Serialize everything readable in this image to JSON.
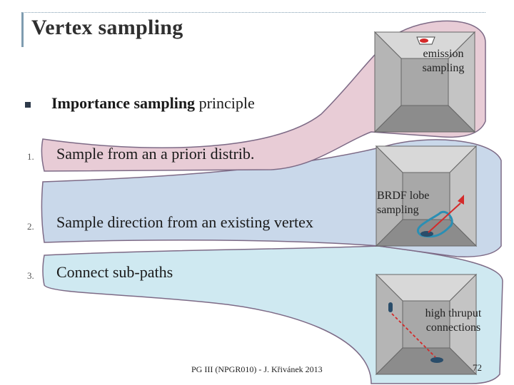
{
  "slide": {
    "title": "Vertex sampling",
    "bullet": {
      "bold": "Importance sampling",
      "rest": " principle"
    },
    "items": [
      {
        "number": "1.",
        "text": "Sample from an a priori distrib."
      },
      {
        "number": "2.",
        "text": "Sample direction from an existing vertex"
      },
      {
        "number": "3.",
        "text": "Connect sub-paths"
      }
    ],
    "callouts": [
      {
        "line1": "emission",
        "line2": "sampling"
      },
      {
        "line1": "BRDF lobe",
        "line2": "sampling"
      },
      {
        "line1": "high thruput",
        "line2": "connections"
      }
    ],
    "footer": "PG III (NPGR010) - J. Křivánek 2013",
    "page_number": "72"
  },
  "colors": {
    "pink_region": "#e8ccd6",
    "blue_region": "#c9d8ea",
    "cyan_region": "#cfe9f1",
    "region_outline": "#7d6a86",
    "accent_red": "#d42a2a",
    "accent_teal": "#2a8fb4"
  }
}
